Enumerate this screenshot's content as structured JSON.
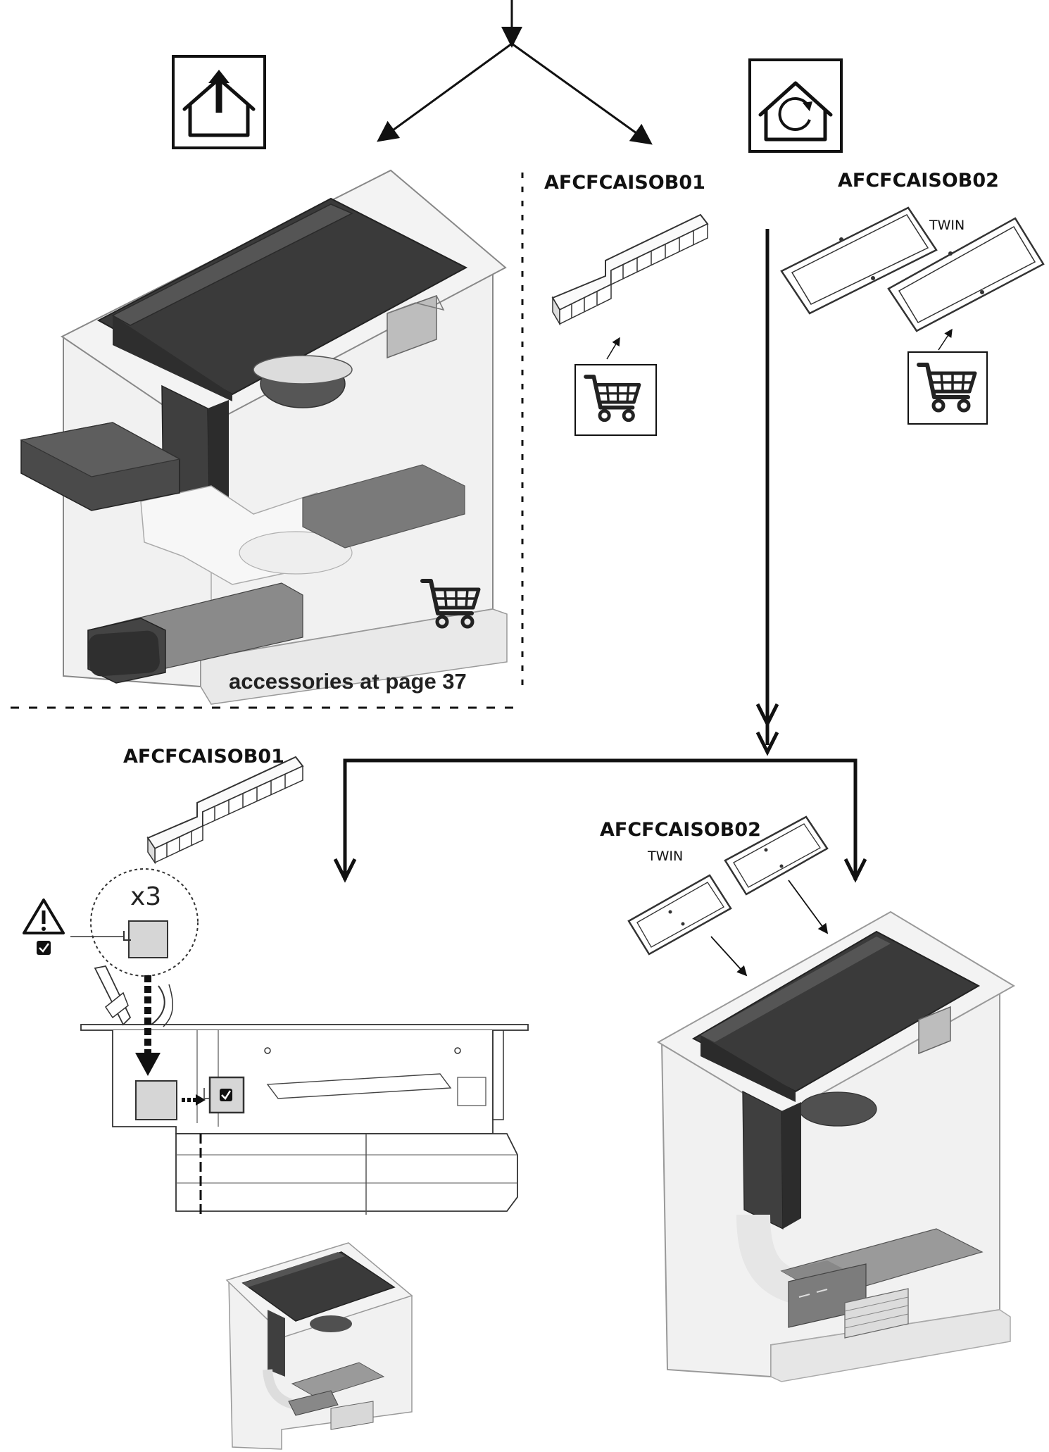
{
  "labels": {
    "filter_kit_1_top": "AFCFCAISOB01",
    "filter_kit_2_top": "AFCFCAISOB02",
    "twin_top": "TWIN",
    "accessories_note": "accessories at page 37",
    "filter_kit_1_bottom": "AFCFCAISOB01",
    "filter_kit_2_bottom": "AFCFCAISOB02",
    "twin_bottom": "TWIN",
    "quantity": "x3"
  },
  "icons": {
    "ducted_mode": "house-arrow-up-icon",
    "recirculating_mode": "house-recirculation-icon",
    "cart": "shopping-cart-icon",
    "warning": "warning-triangle-icon",
    "check": "checkbox-icon"
  },
  "colors": {
    "line": "#111111",
    "hob": "#3d3d3d",
    "duct": "#4a4a4a",
    "cabinet_fill": "#f1f1f1"
  }
}
